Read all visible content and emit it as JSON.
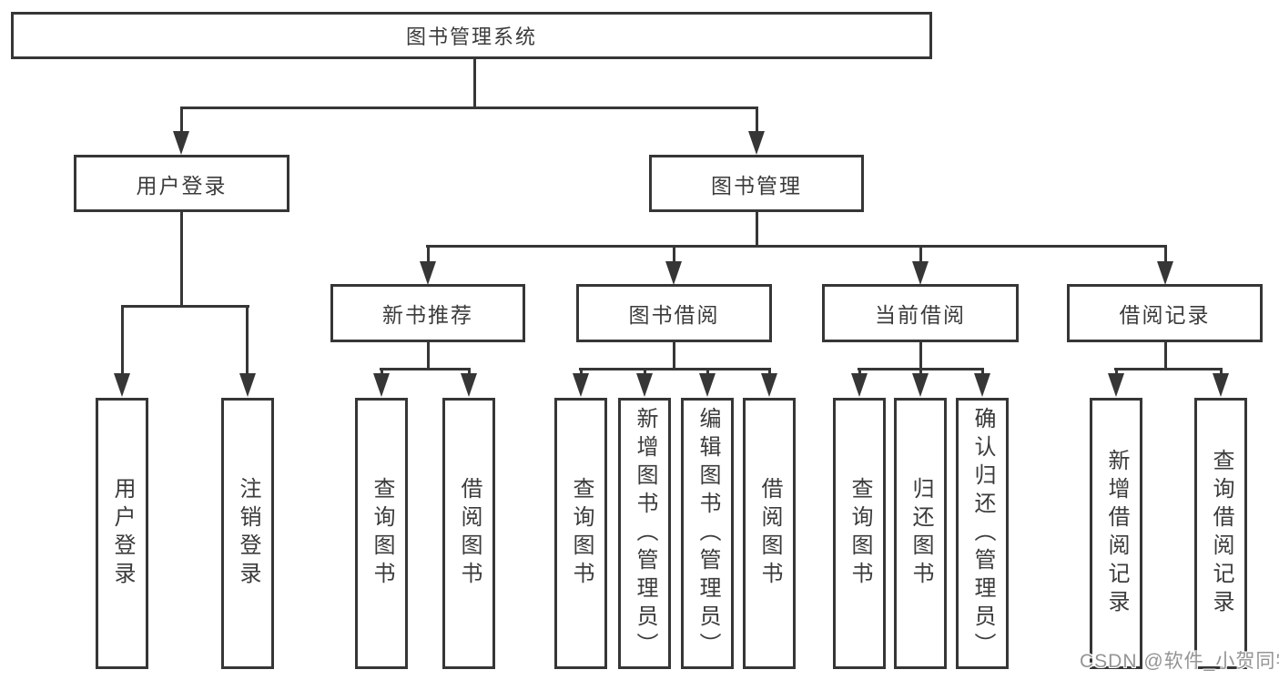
{
  "diagram": {
    "root": {
      "label": "图书管理系统"
    },
    "branches": [
      {
        "label": "用户登录",
        "children": [
          {
            "label": "用户登录"
          },
          {
            "label": "注销登录"
          }
        ]
      },
      {
        "label": "图书管理",
        "children": [
          {
            "label": "新书推荐",
            "children": [
              {
                "label": "查询图书"
              },
              {
                "label": "借阅图书"
              }
            ]
          },
          {
            "label": "图书借阅",
            "children": [
              {
                "label": "查询图书"
              },
              {
                "label": "新增图书（管理员）"
              },
              {
                "label": "编辑图书（管理员）"
              },
              {
                "label": "借阅图书"
              }
            ]
          },
          {
            "label": "当前借阅",
            "children": [
              {
                "label": "查询图书"
              },
              {
                "label": "归还图书"
              },
              {
                "label": "确认归还（管理员）"
              }
            ]
          },
          {
            "label": "借阅记录",
            "children": [
              {
                "label": "新增借阅记录"
              },
              {
                "label": "查询借阅记录"
              }
            ]
          }
        ]
      }
    ]
  },
  "watermark": {
    "text": "CSDN @软件_小贺同学"
  },
  "colors": {
    "line": "#363636",
    "text": "#3b3b3b",
    "box_fill": "#ffffff",
    "background": "#ffffff",
    "watermark": "#949494"
  }
}
